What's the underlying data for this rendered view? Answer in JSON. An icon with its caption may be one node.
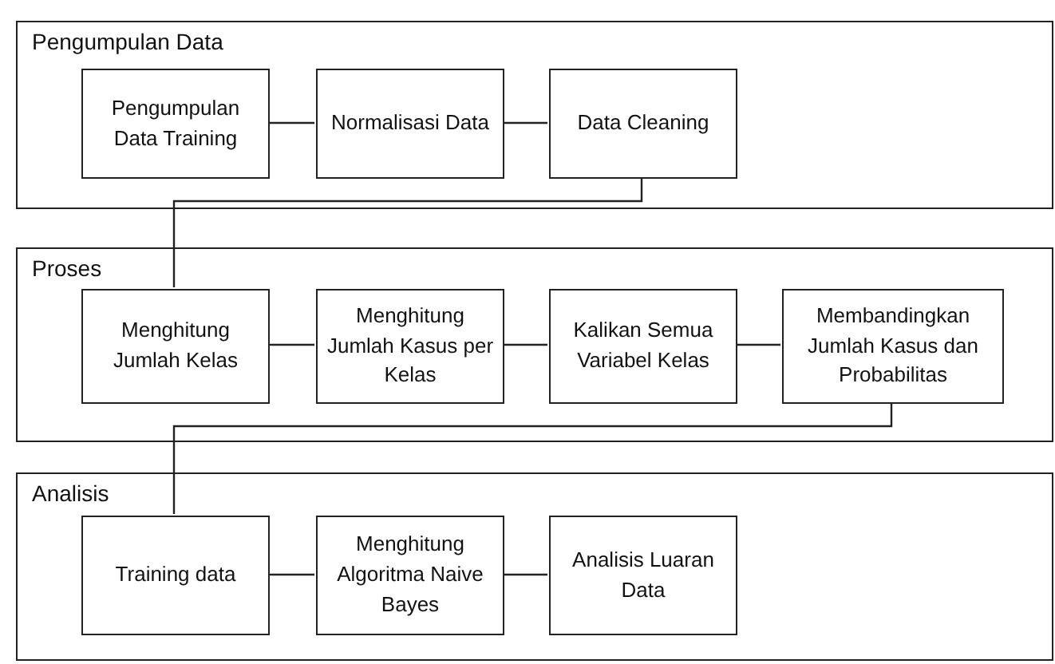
{
  "diagram": {
    "nodes": [
      {
        "text": [
          "Pengumpulan Data"
        ]
      },
      {
        "text": [
          "Pengumpulan Data Training"
        ],
        "in": 0
      },
      {
        "text": [
          "Normalisasi Data"
        ],
        "in": 0
      },
      {
        "text": [
          "Data Cleaning"
        ],
        "in": 0
      },
      {
        "text": [
          "Proses"
        ]
      },
      {
        "text": [
          "Menghitung Jumlah Kelas"
        ],
        "in": 4
      },
      {
        "text": [
          "Menghitung Jumlah Kasus per Kelas"
        ],
        "in": 4
      },
      {
        "text": [
          "Kalikan Semua Variabel Kelas"
        ],
        "in": 4
      },
      {
        "text": [
          "Membandingkan Jumlah Kasus dan Probabilitas"
        ],
        "in": 4
      },
      {
        "text": [
          "Analisis"
        ]
      },
      {
        "text": [
          "Training data"
        ],
        "in": 9
      },
      {
        "text": [
          "Menghitung Algoritma Naive Bayes"
        ],
        "in": 9
      },
      {
        "text": [
          "Analisis Luaran Data"
        ],
        "in": 9
      }
    ],
    "edges": [
      {
        "from": 1,
        "to": 2,
        "arrow": "none"
      },
      {
        "from": 2,
        "to": 3,
        "arrow": "none"
      },
      {
        "from": 3,
        "to": 5,
        "arrow": "none"
      },
      {
        "from": 5,
        "to": 6,
        "arrow": "none"
      },
      {
        "from": 6,
        "to": 7,
        "arrow": "none"
      },
      {
        "from": 7,
        "to": 8,
        "arrow": "none"
      },
      {
        "from": 8,
        "to": 10,
        "arrow": "none"
      },
      {
        "from": 10,
        "to": 11,
        "arrow": "none"
      },
      {
        "from": 11,
        "to": 12,
        "arrow": "none"
      }
    ]
  }
}
